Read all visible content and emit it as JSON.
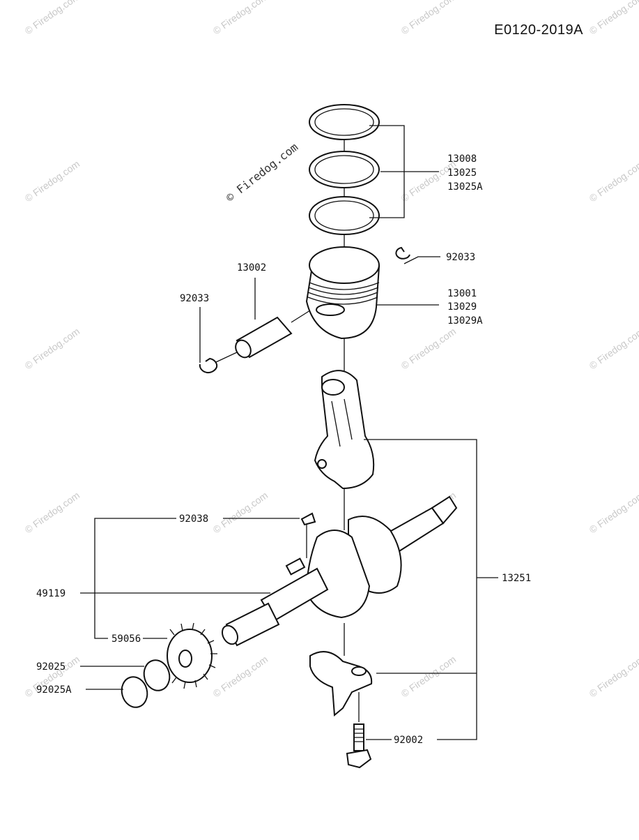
{
  "document_code": "E0120-2019A",
  "watermark": "© Firedog.com",
  "callouts": {
    "ring_set": [
      "13008",
      "13025",
      "13025A"
    ],
    "piston_clip_right": "92033",
    "piston_pin": "13002",
    "piston_clip_left": "92033",
    "piston": [
      "13001",
      "13029",
      "13029A"
    ],
    "key": "92038",
    "crankshaft": "49119",
    "connecting_rod_assy": "13251",
    "gear": "59056",
    "shim": "92025",
    "shim_alt": "92025A",
    "rod_bolt": "92002"
  }
}
